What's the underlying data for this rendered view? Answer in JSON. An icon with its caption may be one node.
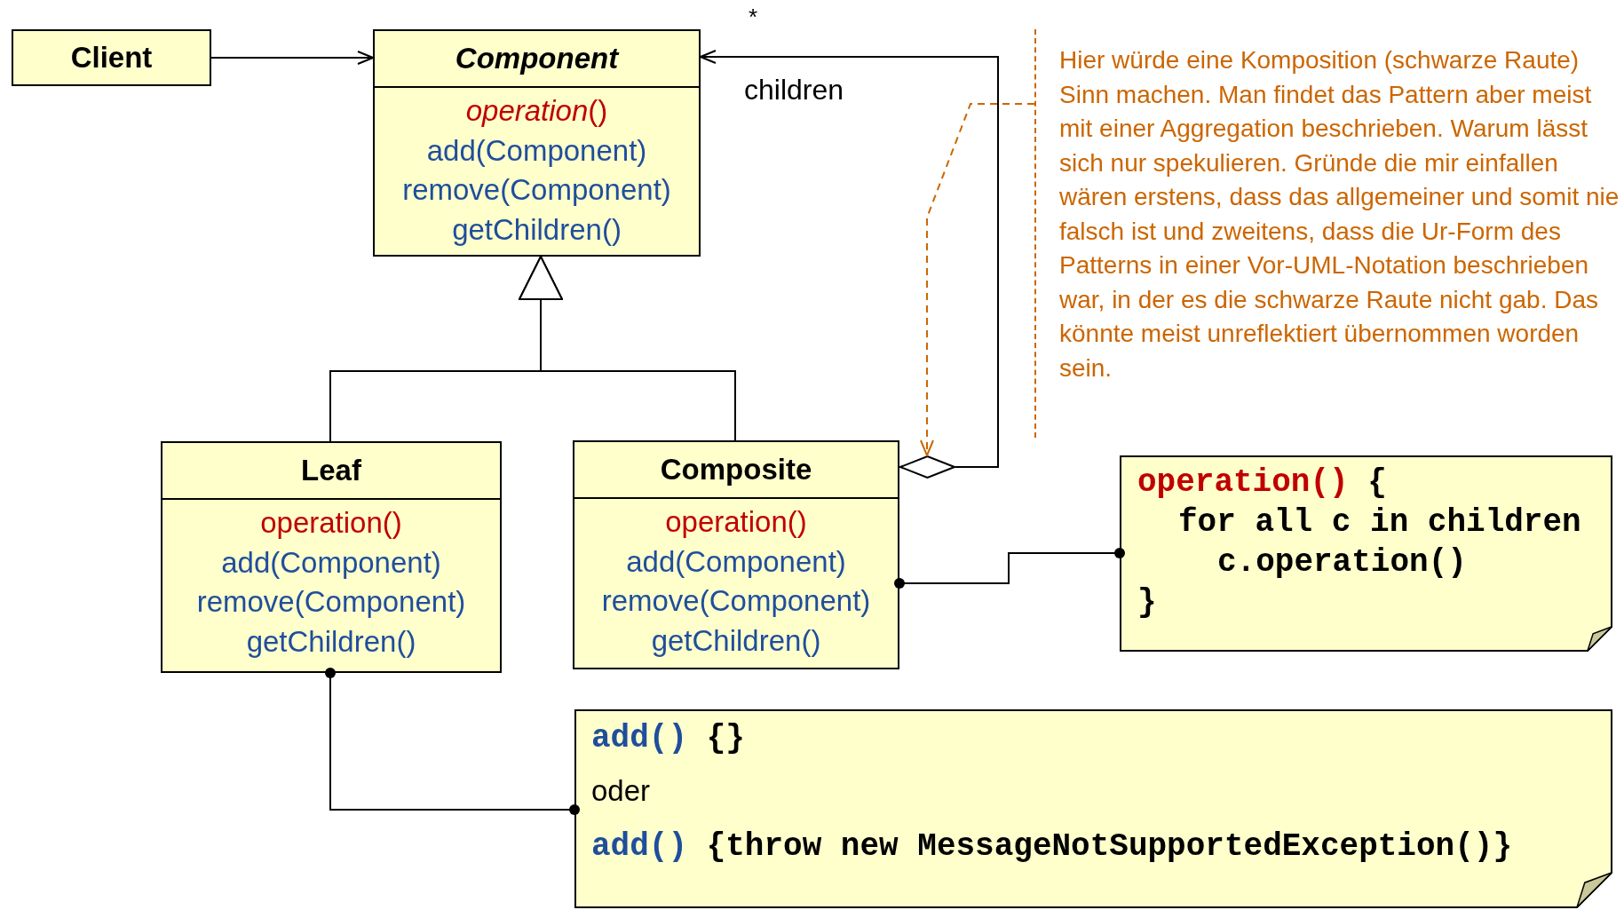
{
  "diagram": {
    "nodes": [
      {
        "text": [
          "Client"
        ]
      },
      {
        "text": [
          "Component",
          "*operation*()",
          "add(Component)",
          "remove(Component)",
          "getChildren()"
        ]
      },
      {
        "text": [
          "Leaf",
          "operation()",
          "add(Component)",
          "remove(Component)",
          "getChildren()"
        ]
      },
      {
        "text": [
          "Composite",
          "operation()",
          "add(Component)",
          "remove(Component)",
          "getChildren()"
        ]
      },
      {
        "text": [
          "*operation()* {",
          "for all c in children",
          "c.operation()",
          "}"
        ]
      },
      {
        "text": [
          "*add()* {}",
          "oder",
          "*add()* {throw new MessageNotSupportedException()}"
        ]
      },
      {
        "text": [
          "Hier würde eine Komposition (schwarze Raute) Sinn machen. Man findet das Pattern aber meist mit einer Aggregation beschrieben. Warum lässt sich nur spekulieren. Gründe die mir einfallen wären erstens, dass das allgemeiner und somit nie falsch ist und zweitens, dass die Ur-Form des Patterns in einer Vor-UML-Notation beschrieben war, in der es die schwarze Raute nicht gab. Das könnte meist unreflektiert übernommen worden sein."
        ]
      },
      {
        "text": [],
        "shape": "diamond"
      }
    ],
    "edges": [
      {
        "from": 0,
        "to": 1,
        "arrow": "to"
      },
      {
        "from": 2,
        "to": 1,
        "arrow": "to"
      },
      {
        "from": 3,
        "to": 1,
        "arrow": "to"
      },
      {
        "from": 7,
        "to": 1,
        "arrow": "to",
        "label": "children"
      },
      {
        "from": 6,
        "to": 7,
        "arrow": "to",
        "style": "dashed",
        "color": "#cc6600"
      },
      {
        "from": 3,
        "to": 4,
        "arrow": "other"
      },
      {
        "from": 2,
        "to": 5,
        "arrow": "other"
      }
    ],
    "labels": [
      "*"
    ]
  }
}
